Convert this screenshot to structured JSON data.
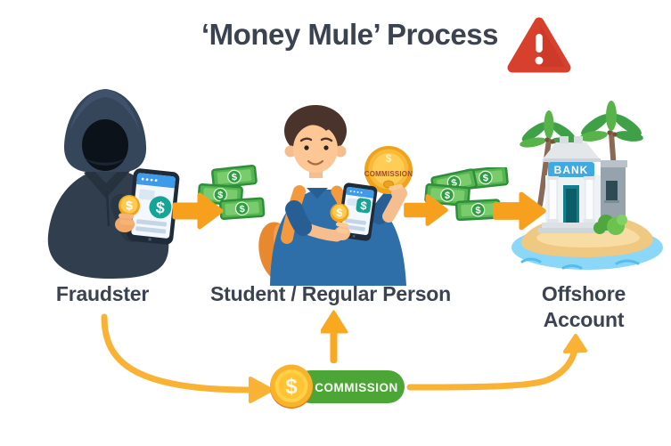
{
  "title": "‘Money Mule’ Process",
  "flow": {
    "actors": [
      {
        "id": "fraudster",
        "label": "Fraudster"
      },
      {
        "id": "student",
        "label": "Student / Regular Person"
      },
      {
        "id": "offshore",
        "label": "Offshore Account"
      }
    ]
  },
  "bank_sign": "BANK",
  "student_coin": {
    "symbol": "$",
    "label": "COMMISSION"
  },
  "commission_badge": {
    "symbol": "$",
    "label": "COMMISSION"
  },
  "symbols": {
    "dollar": "$"
  },
  "icons": [
    "warning-triangle-icon",
    "money-bills-icon",
    "coin-icon",
    "flow-arrow-icon"
  ],
  "colors": {
    "title_text": "#3B4351",
    "alert_red": "#D8402E",
    "arrow_orange": "#F7A01D",
    "curve_orange": "#F9B233",
    "bill_green": "#53B64E",
    "badge_green": "#4CA636",
    "coin_gold": "#F9B32B",
    "hoodie_dark": "#303E4E",
    "shirt_blue": "#2E6EA9",
    "teal_app": "#14A596"
  }
}
